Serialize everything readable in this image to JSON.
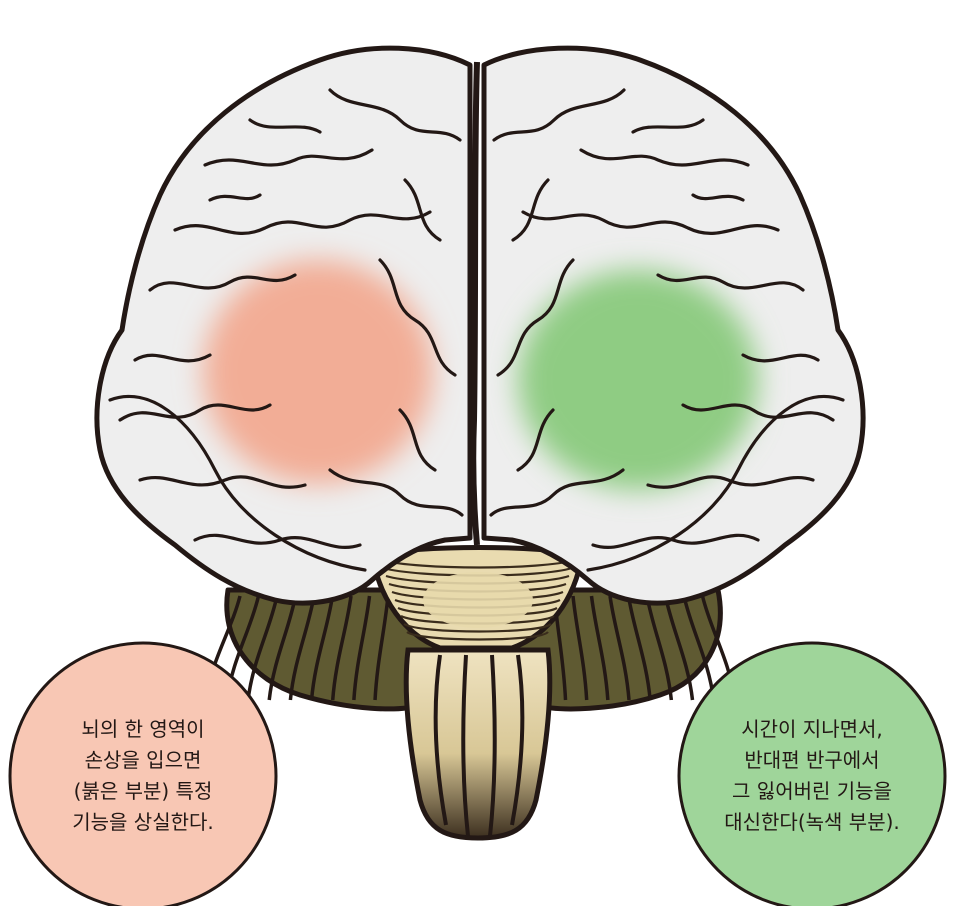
{
  "colors": {
    "outline": "#231815",
    "cortex": "#eeeeee",
    "cerebellum": "#5f5a32",
    "brainstem_light": "#efe3c1",
    "pons": "#e9dbb0",
    "damaged_area": "#f2ad96",
    "compensating_area": "#8fcc83",
    "left_bubble_fill": "#f8c7b4",
    "right_bubble_fill": "#9fd59a"
  },
  "left_bubble": {
    "lines": [
      "뇌의 한 영역이",
      "손상을 입으면",
      "(붉은 부분) 특정",
      "기능을 상실한다."
    ]
  },
  "right_bubble": {
    "lines": [
      "시간이 지나면서,",
      "반대편 반구에서",
      "그 잃어버린 기능을",
      "대신한다(녹색 부분)."
    ]
  }
}
